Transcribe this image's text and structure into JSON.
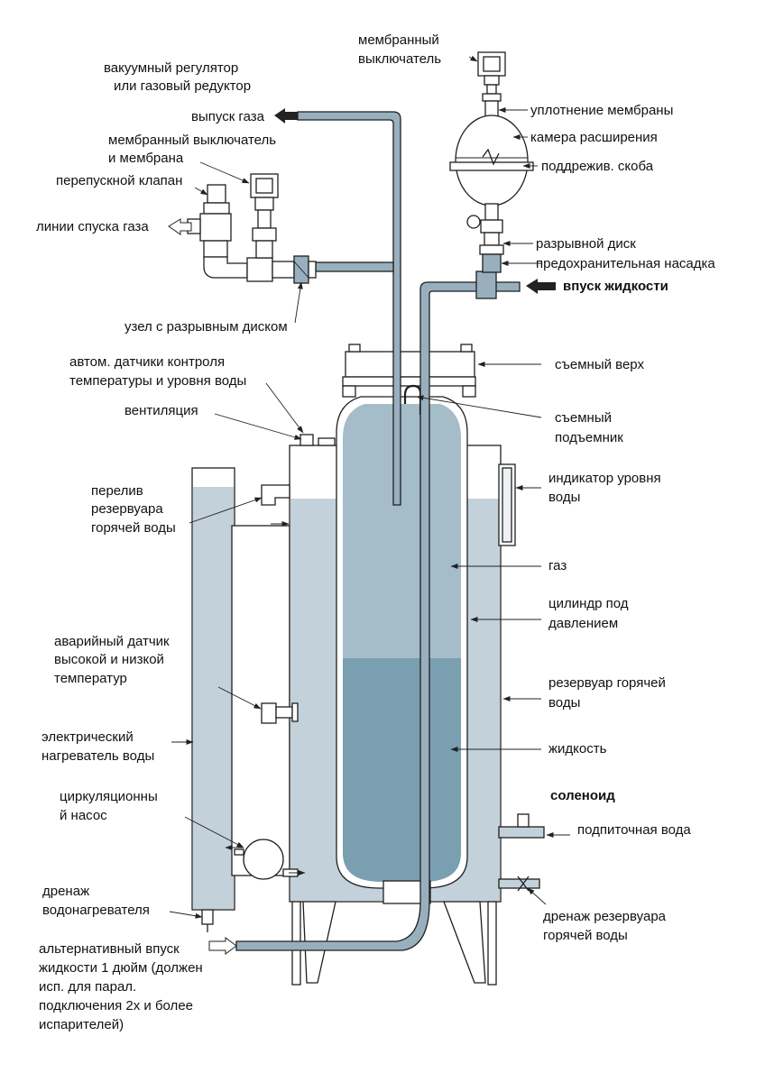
{
  "colors": {
    "water": "#c3d1da",
    "gas": "#a5bcc9",
    "liquid": "#7a9fb1",
    "pipe": "#98b0be",
    "outline": "#1f1f1f",
    "arrow": "#222222"
  },
  "labels": {
    "diaphragm_switch_top": [
      "мембранный",
      "выключатель"
    ],
    "vacuum_regulator": [
      "вакуумный регулятор",
      "или газовый редуктор"
    ],
    "gas_outlet": "выпуск газа",
    "membrane_seal": "уплотнение мембраны",
    "diaphragm_switch_membrane": [
      "мембранный выключатель",
      "и мембрана"
    ],
    "expansion_chamber": "камера расширения",
    "bypass_valve": "перепускной клапан",
    "support_bracket": "поддрежив. скоба",
    "gas_drain_lines": "линии спуска газа",
    "rupture_disc": "разрывной диск",
    "safety_nozzle": "предохранительная насадка",
    "liquid_inlet": "впуск жидкости",
    "rupture_disc_assembly": "узел с разрывным диском",
    "auto_sensors": [
      "автом. датчики контроля",
      "температуры и уровня воды"
    ],
    "removable_top": "съемный верх",
    "ventilation": "вентиляция",
    "removable_lifter": [
      "съемный",
      "подъемник"
    ],
    "level_indicator": [
      "индикатор уровня",
      "воды"
    ],
    "reservoir_overflow": [
      "перелив",
      "резервуара",
      "горячей воды"
    ],
    "gas": "газ",
    "pressure_cylinder": [
      "цилиндр под",
      "давлением"
    ],
    "emergency_sensor": [
      "аварийный датчик",
      "высокой и низкой",
      "температур"
    ],
    "hot_water_reservoir": [
      "резервуар горячей",
      "воды"
    ],
    "electric_heater": [
      "электрический",
      "нагреватель воды"
    ],
    "liquid": "жидкость",
    "solenoid": "соленоид",
    "circulation_pump": [
      "циркуляционны",
      "й насос"
    ],
    "makeup_water": "подпиточная вода",
    "heater_drain": [
      "дренаж",
      "водонагревателя"
    ],
    "reservoir_drain": [
      "дренаж резервуара",
      "горячей воды"
    ],
    "alt_inlet": [
      "альтернативный впуск",
      "жидкости 1 дюйм (должен",
      "исп. для парал.",
      "подключения 2х и более",
      "испарителей)"
    ]
  }
}
